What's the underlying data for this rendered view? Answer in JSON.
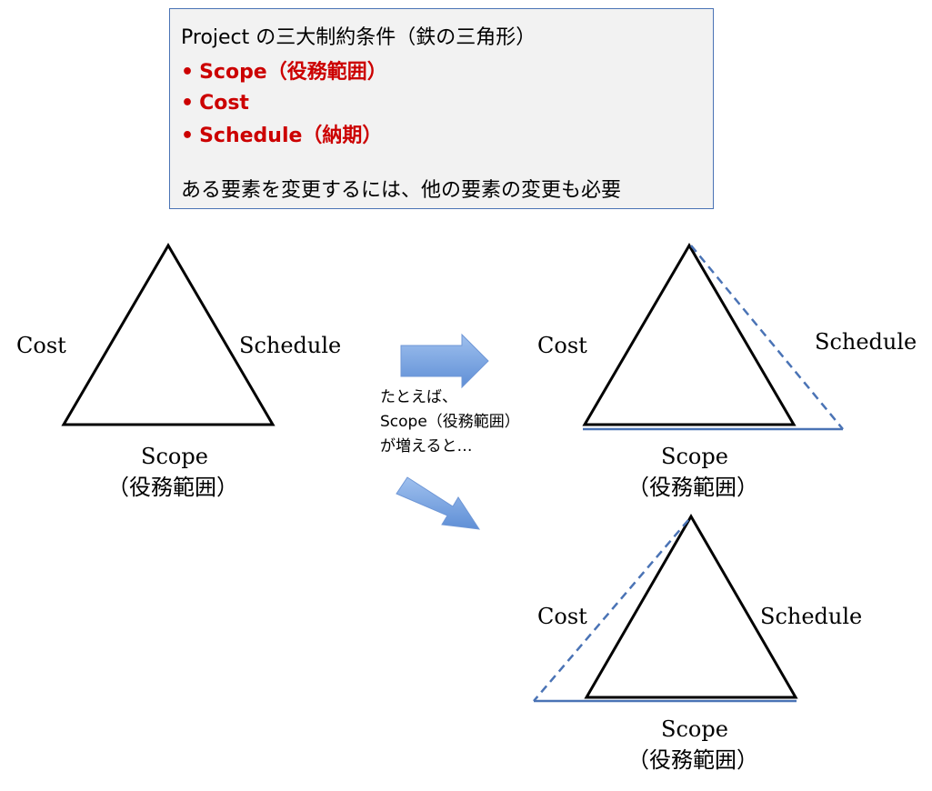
{
  "infobox": {
    "title": "Project の三大制約条件（鉄の三角形）",
    "constraints": [
      "Scope（役務範囲）",
      "Cost",
      "Schedule（納期）"
    ],
    "bullet_symbol": "•",
    "note": "ある要素を変更するには、他の要素の変更も必要"
  },
  "labels": {
    "cost": "Cost",
    "schedule": "Schedule",
    "scope": "Scope",
    "scope_jp": "（役務範囲）"
  },
  "example_caption": [
    "たとえば、",
    "Scope（役務範囲）",
    "が増えると…"
  ],
  "colors": {
    "accent_blue": "#4a73b5",
    "constraint_red": "#cc0000",
    "box_background": "#f2f2f2",
    "arrow_fill": "#7da7e4"
  }
}
